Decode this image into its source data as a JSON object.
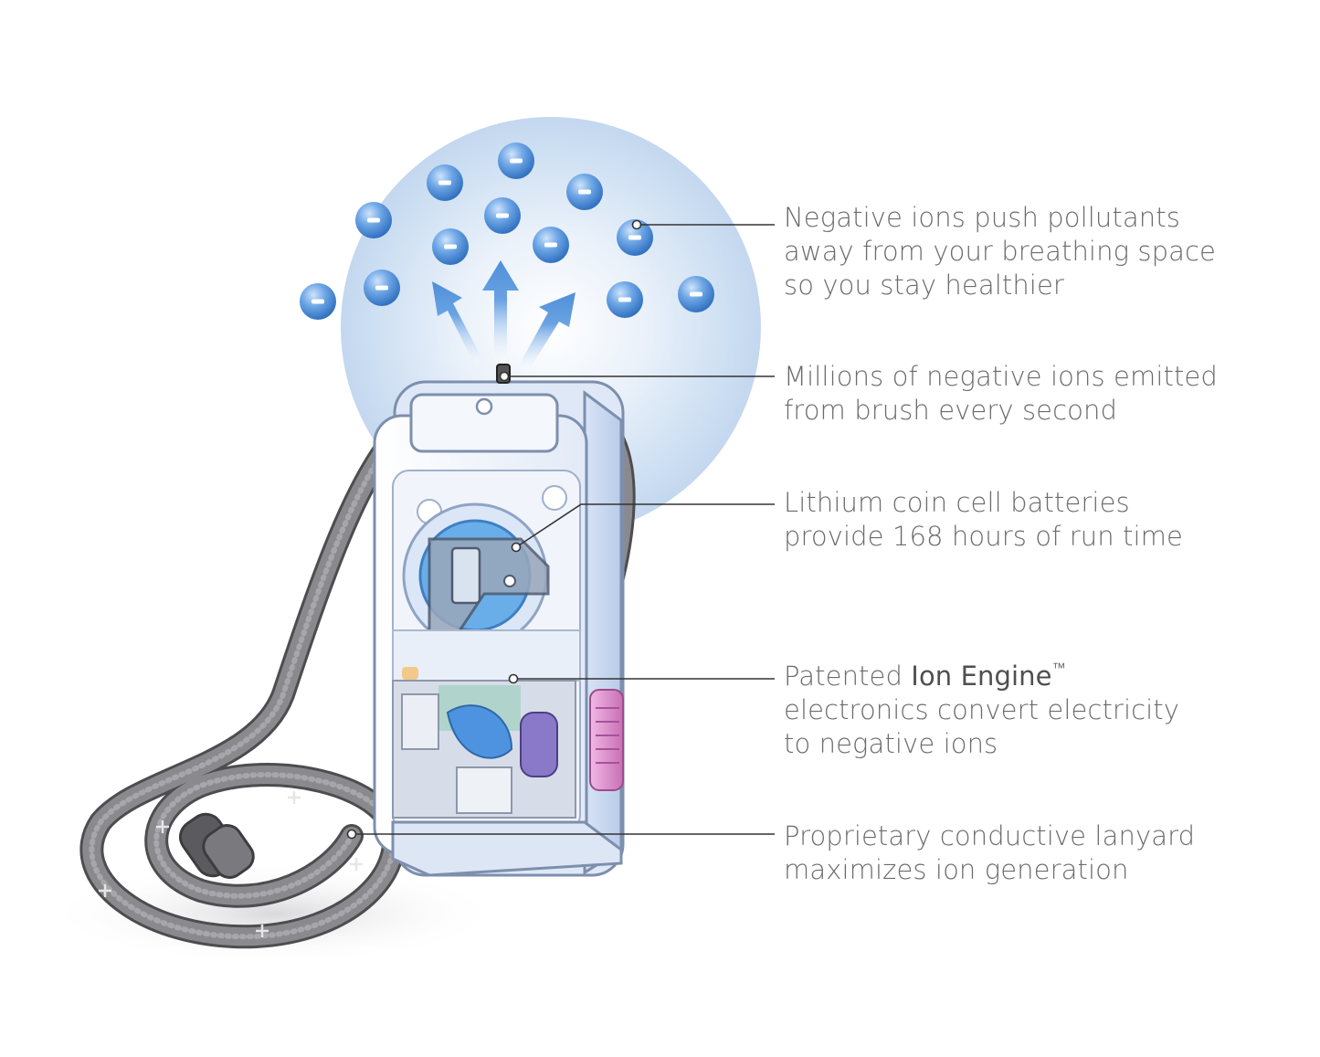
{
  "colors": {
    "glow": "#cfe0f4",
    "ion": "#4e8fd6",
    "arrow": "#5b9be0",
    "device_shell": "#eef3fb",
    "device_outline": "#8e9fbb",
    "lanyard": "#7b7b7f",
    "accent_pink": "#d98cc9",
    "battery_blue": "#5aa4e6",
    "text": "#6b6b6b",
    "leader_line": "#333333"
  },
  "icons": {
    "ion": "minus-sign-circle",
    "arrow": "up-arrow",
    "lanyard_plus": "plus-sign"
  },
  "callouts": [
    {
      "id": "ions",
      "lines": [
        "Negative ions push pollutants",
        "away from your breathing space",
        "so you stay healthier"
      ]
    },
    {
      "id": "brush",
      "lines": [
        "Millions of negative ions emitted",
        "from brush every second"
      ]
    },
    {
      "id": "battery",
      "lines": [
        "Lithium coin cell batteries",
        "provide 168 hours of run time"
      ]
    },
    {
      "id": "engine",
      "prefix": "Patented ",
      "emphasis": "Ion Engine",
      "trademark": "™",
      "lines": [
        "electronics convert electricity",
        "to negative ions"
      ]
    },
    {
      "id": "lanyard",
      "lines": [
        "Proprietary conductive lanyard",
        "maximizes ion generation"
      ]
    }
  ],
  "ion_symbol": "−",
  "plus_symbol": "+"
}
